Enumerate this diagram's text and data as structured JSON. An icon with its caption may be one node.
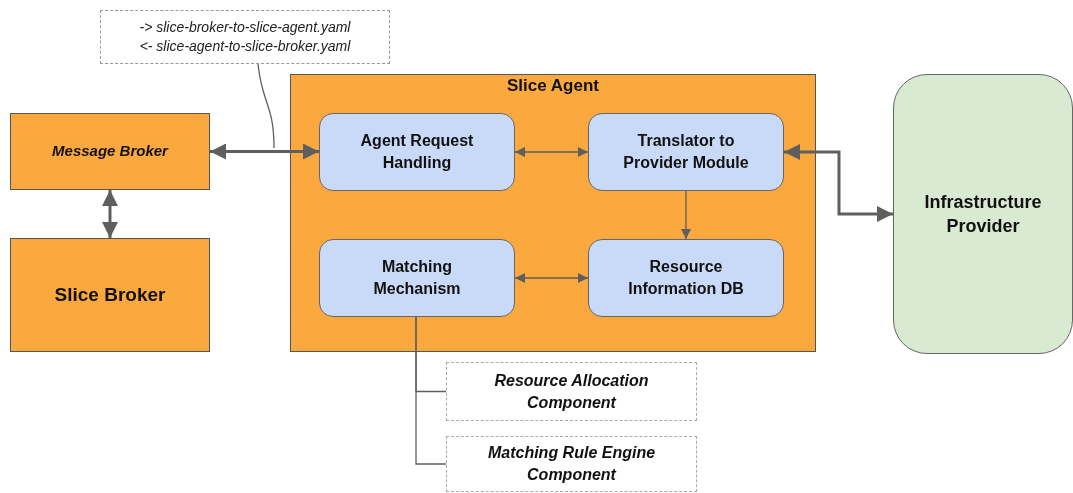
{
  "diagram": {
    "nodes": [
      {
        "text": [
          "-> slice-broker-to-slice-agent.yaml",
          "<- slice-agent-to-slice-broker.yaml"
        ]
      },
      {
        "text": [
          "Message Broker"
        ]
      },
      {
        "text": [
          "Slice Broker"
        ]
      },
      {
        "text": [
          "Slice Agent"
        ]
      },
      {
        "text": [
          "Agent Request Handling"
        ],
        "in": 3
      },
      {
        "text": [
          "Translator to Provider Module"
        ],
        "in": 3
      },
      {
        "text": [
          "Matching Mechanism"
        ],
        "in": 3
      },
      {
        "text": [
          "Resource Information DB"
        ],
        "in": 3
      },
      {
        "text": [
          "Infrastructure Provider"
        ]
      },
      {
        "text": [
          "Resource Allocation Component"
        ]
      },
      {
        "text": [
          "Matching Rule Engine Component"
        ]
      }
    ],
    "edges": [
      {
        "from": 1,
        "to": 4,
        "arrow": "both",
        "style": "thick"
      },
      {
        "from": 1,
        "to": 2,
        "arrow": "both",
        "style": "thick"
      },
      {
        "from": 4,
        "to": 5,
        "arrow": "both"
      },
      {
        "from": 5,
        "to": 7,
        "arrow": "to"
      },
      {
        "from": 6,
        "to": 7,
        "arrow": "both"
      },
      {
        "from": 5,
        "to": 8,
        "arrow": "both",
        "style": "thick"
      },
      {
        "from": 6,
        "to": 9,
        "arrow": "none"
      },
      {
        "from": 6,
        "to": 10,
        "arrow": "none"
      },
      {
        "from": 0,
        "to": null,
        "arrow": "none"
      }
    ]
  }
}
